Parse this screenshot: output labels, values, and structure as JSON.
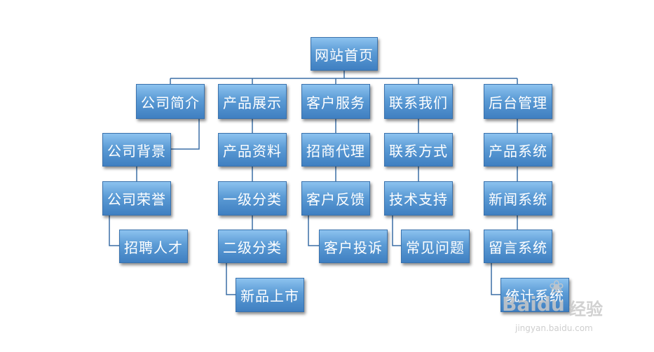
{
  "nodes": {
    "root": "网站首页",
    "company": "公司简介",
    "company_bg": "公司背景",
    "company_honor": "公司荣誉",
    "recruit": "招聘人才",
    "product": "产品展示",
    "product_info": "产品资料",
    "level1": "一级分类",
    "level2": "二级分类",
    "new_product": "新品上市",
    "service": "客户服务",
    "agency": "招商代理",
    "feedback": "客户反馈",
    "complaint": "客户投诉",
    "contact": "联系我们",
    "contact_way": "联系方式",
    "tech_support": "技术支持",
    "faq": "常见问题",
    "admin": "后台管理",
    "product_sys": "产品系统",
    "news_sys": "新闻系统",
    "message_sys": "留言系统",
    "stats_sys": "统计系统"
  },
  "watermark": {
    "brand": "Baidu",
    "suffix": "经验",
    "url": "jingyan.baidu.com"
  }
}
